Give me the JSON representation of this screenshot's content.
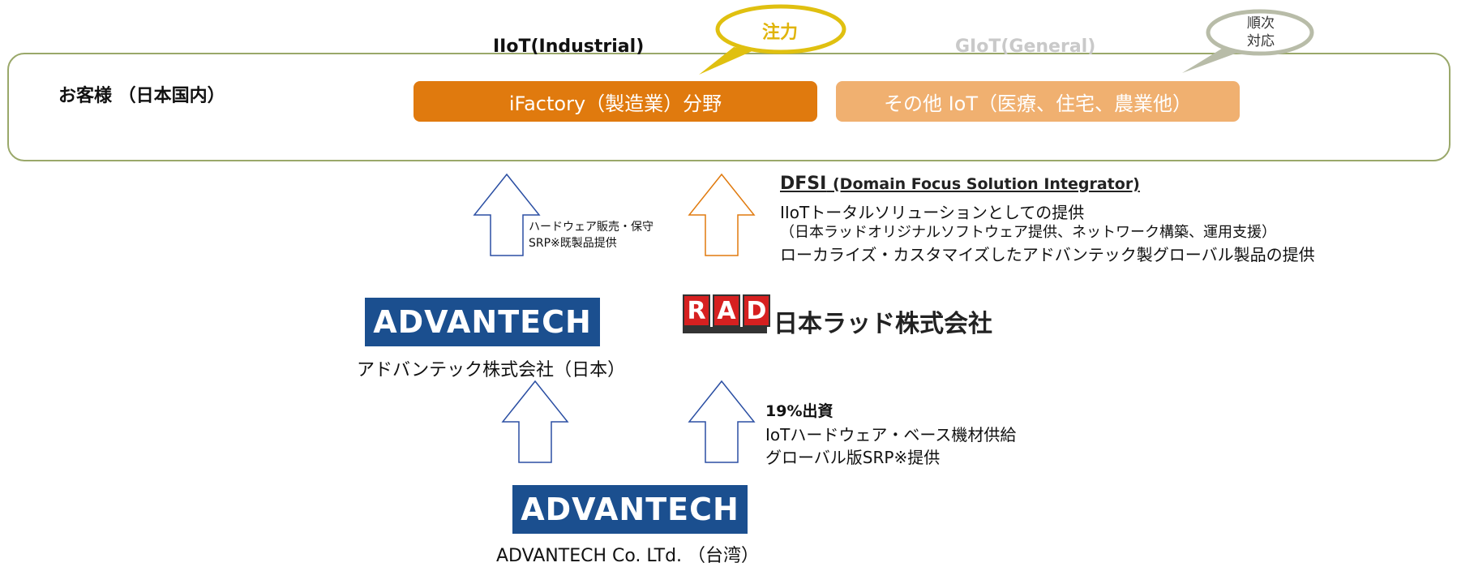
{
  "customer": {
    "label": "お客様 （日本国内）"
  },
  "segments": {
    "left": {
      "title": "IIoT(Industrial)",
      "pill": "iFactory（製造業）分野"
    },
    "right": {
      "title": "GIoT(General)",
      "pill": "その他 IoT（医療、住宅、農業他）"
    }
  },
  "callouts": {
    "focus": "注力",
    "sequential": [
      "順次",
      "対応"
    ]
  },
  "hardware_note": [
    "ハードウェア販売・保守",
    "SRP※既製品提供"
  ],
  "dfsi": {
    "title": "DFSI",
    "subtitle": "(Domain Focus Solution Integrator)",
    "lines": [
      "IIoTトータルソリューションとしての提供",
      "（日本ラッドオリジナルソフトウェア提供、ネットワーク構築、運用支援）",
      "ローカライズ・カスタマイズしたアドバンテック製グローバル製品の提供"
    ]
  },
  "advantech_japan": {
    "logo": "ADVANTECH",
    "caption": "アドバンテック株式会社（日本）"
  },
  "rad": {
    "letters": [
      "R",
      "A",
      "D"
    ],
    "name": "日本ラッド株式会社"
  },
  "investment": {
    "title": "19%出資",
    "lines": [
      "IoTハードウェア・ベース機材供給",
      "グローバル版SRP※提供"
    ]
  },
  "advantech_taiwan": {
    "logo": "ADVANTECH",
    "caption": "ADVANTECH Co. LTd. （台湾）"
  },
  "colors": {
    "orange": "#e07a0e",
    "light_orange": "#f0b070",
    "navy": "#1b4f8f",
    "yellow": "#e0b40a",
    "red": "#d62020"
  }
}
